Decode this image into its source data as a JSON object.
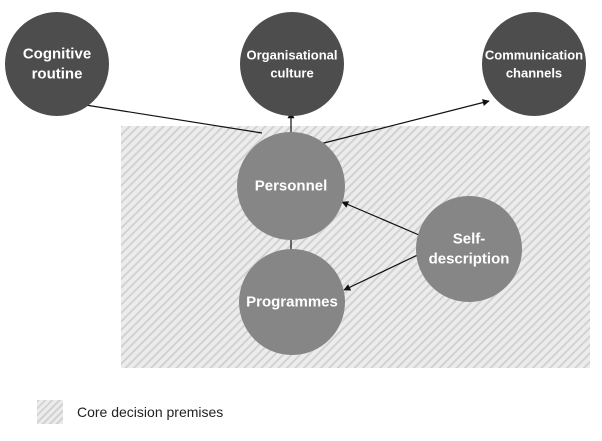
{
  "colors": {
    "outer_node": "#4d4d4d",
    "core_node": "#868686",
    "text": "#ffffff",
    "arrow": "#111111",
    "hatch_light": "#ececec",
    "hatch_dark": "#d2d2d2"
  },
  "nodes": {
    "cognitive_routine": {
      "lines": [
        "Cognitive",
        "routine"
      ]
    },
    "organisational_culture": {
      "lines": [
        "Organisational",
        "culture"
      ]
    },
    "communication_channels": {
      "lines": [
        "Communication",
        "channels"
      ]
    },
    "personnel": {
      "lines": [
        "Personnel"
      ]
    },
    "programmes": {
      "lines": [
        "Programmes"
      ]
    },
    "self_description": {
      "lines": [
        "Self-",
        "description"
      ]
    }
  },
  "edges": [
    {
      "from": "personnel",
      "to": "cognitive_routine",
      "direction": "forward"
    },
    {
      "from": "personnel",
      "to": "organisational_culture",
      "direction": "forward"
    },
    {
      "from": "personnel",
      "to": "communication_channels",
      "direction": "forward"
    },
    {
      "from": "personnel",
      "to": "programmes",
      "direction": "both"
    },
    {
      "from": "personnel",
      "to": "self_description",
      "direction": "both"
    },
    {
      "from": "programmes",
      "to": "self_description",
      "direction": "both"
    }
  ],
  "legend": {
    "label": "Core decision premises"
  }
}
